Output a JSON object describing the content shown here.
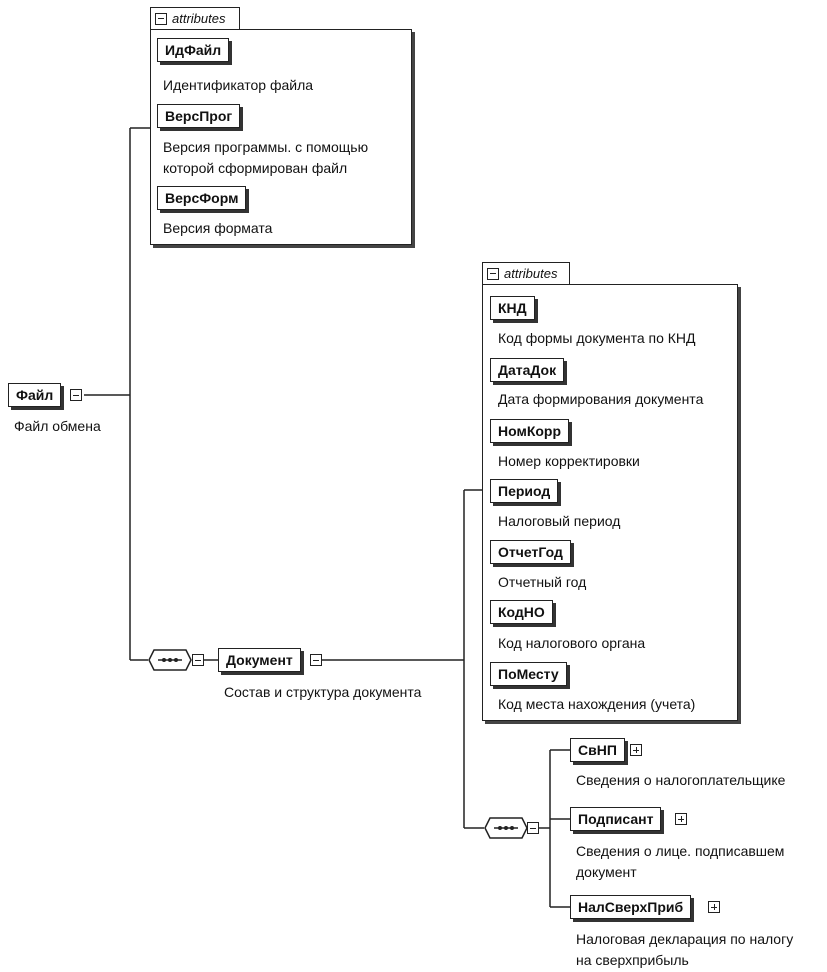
{
  "root": {
    "name": "Файл",
    "description": "Файл обмена"
  },
  "file_attributes": {
    "tab_label": "attributes",
    "items": [
      {
        "name": "ИдФайл",
        "description": "Идентификатор файла"
      },
      {
        "name": "ВерсПрог",
        "description": "Версия программы. с помощью\nкоторой сформирован файл"
      },
      {
        "name": "ВерсФорм",
        "description": "Версия формата"
      }
    ]
  },
  "document": {
    "name": "Документ",
    "description": "Состав и структура документа"
  },
  "document_attributes": {
    "tab_label": "attributes",
    "items": [
      {
        "name": "КНД",
        "description": "Код формы документа по КНД"
      },
      {
        "name": "ДатаДок",
        "description": "Дата формирования документа"
      },
      {
        "name": "НомКорр",
        "description": "Номер корректировки"
      },
      {
        "name": "Период",
        "description": "Налоговый период"
      },
      {
        "name": "ОтчетГод",
        "description": "Отчетный год"
      },
      {
        "name": "КодНО",
        "description": "Код налогового органа"
      },
      {
        "name": "ПоМесту",
        "description": "Код места нахождения (учета)"
      }
    ]
  },
  "document_children": [
    {
      "name": "СвНП",
      "description": "Сведения о налогоплательщике"
    },
    {
      "name": "Подписант",
      "description": "Сведения о лице. подписавшем\nдокумент"
    },
    {
      "name": "НалСверхПриб",
      "description": "Налоговая декларация по налогу\nна сверхприбыль"
    }
  ]
}
